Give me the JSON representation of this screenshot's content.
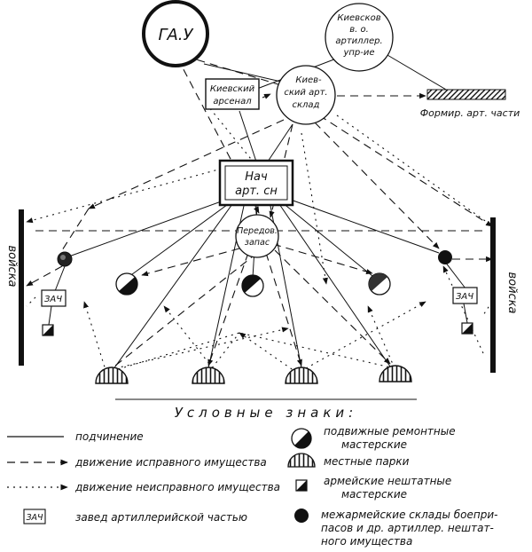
{
  "nodes": {
    "gau": "ГА.У",
    "kiev_vo": [
      "Киевсков",
      "в. о.",
      "артиллер.",
      "упр-ие"
    ],
    "kiev_arsenal": [
      "Киевский",
      "арсенал"
    ],
    "kiev_sklad": [
      "Киев-",
      "ский арт.",
      "склад"
    ],
    "form_units": "Формир. арт. части",
    "nach_art": [
      "Нач",
      "арт. сн"
    ],
    "pered_zapas": [
      "Передов.",
      "запас"
    ],
    "voiska_left": "войска",
    "voiska_right": "войска",
    "zach_left": "ЗАЧ",
    "zach_right": "ЗАЧ"
  },
  "legend": {
    "title": "Условные знаки:",
    "subordination": "подчинение",
    "good_movement": "движение исправного имущества",
    "faulty_movement": "движение неисправного имущества",
    "zach_symbol": "ЗАЧ",
    "zach_desc": "завед артиллерийской частью",
    "mobile_workshops": [
      "подвижные ремонтные",
      "мастерские"
    ],
    "local_parks": "местные парки",
    "army_workshops": [
      "армейские нештатные",
      "мастерские"
    ],
    "inter_army": [
      "межармейские склады боепри-",
      "пасов и др. артиллер. нештат-",
      "ного имущества"
    ]
  },
  "colors": {
    "ink": "#111111",
    "paper": "#ffffff"
  }
}
